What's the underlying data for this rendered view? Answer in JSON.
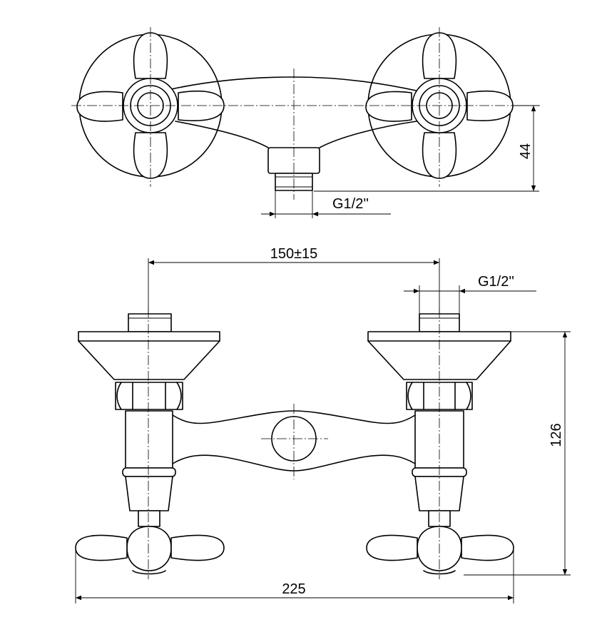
{
  "dimensions": {
    "depth": "44",
    "inlet_thread_top": "G1/2''",
    "center_distance": "150±15",
    "inlet_thread_front": "G1/2''",
    "height": "126",
    "width": "225"
  }
}
